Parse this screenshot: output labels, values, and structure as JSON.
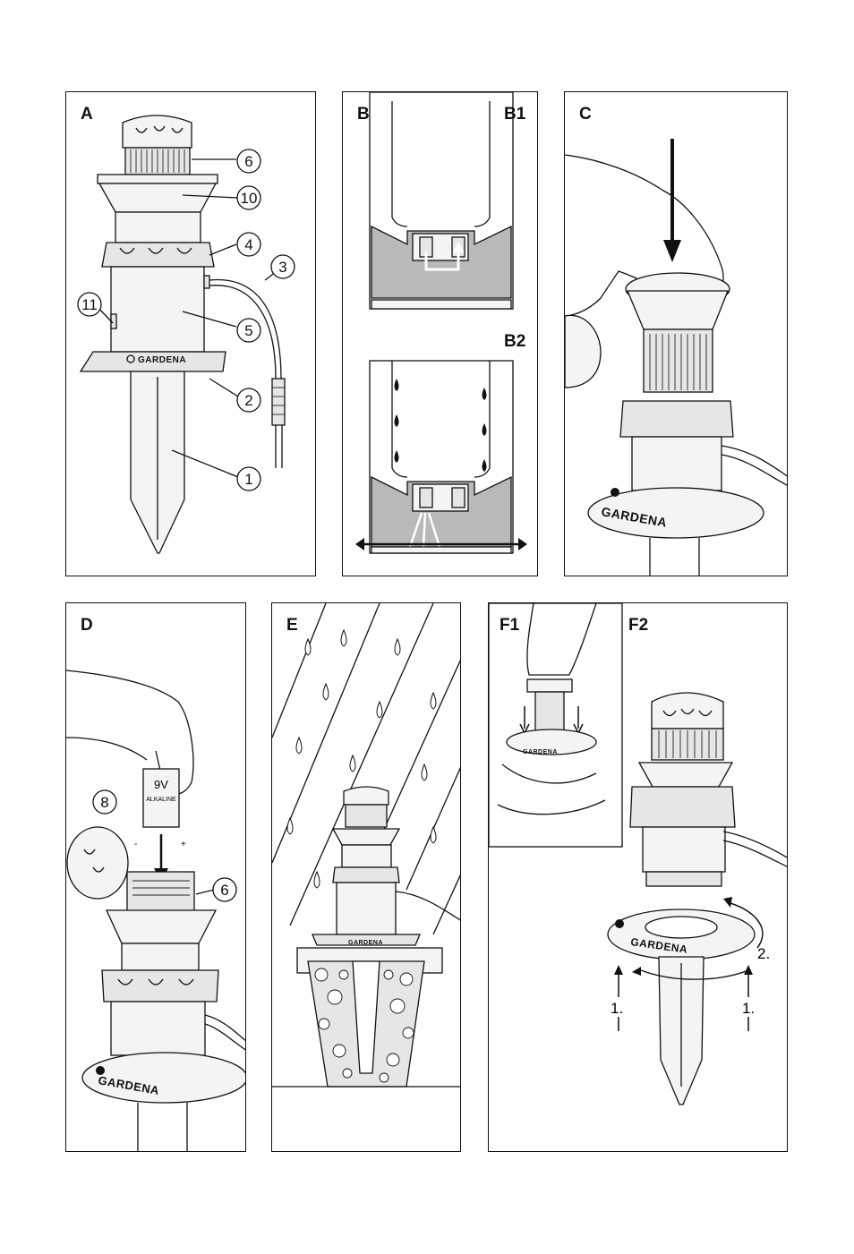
{
  "panels": {
    "a": {
      "label": "A",
      "callouts": [
        "6",
        "10",
        "4",
        "3",
        "11",
        "5",
        "2",
        "1"
      ]
    },
    "b": {
      "label": "B",
      "b1": "B1",
      "b2": "B2"
    },
    "c": {
      "label": "C"
    },
    "d": {
      "label": "D",
      "callouts": [
        "8",
        "6"
      ],
      "battery_voltage": "9V",
      "battery_type": "ALKALINE",
      "minus": "-",
      "plus": "+"
    },
    "e": {
      "label": "E"
    },
    "f": {
      "f1": "F1",
      "f2": "F2",
      "step1": "1.",
      "step2": "2."
    }
  },
  "brand": "GARDENA",
  "colors": {
    "line": "#111111",
    "shade": "#b9b9b9",
    "light": "#e6e6e6"
  },
  "icons": [
    "hand-icon",
    "arrow-down-icon",
    "water-drop-icon",
    "rotate-arrow-icon",
    "gardena-logo-icon"
  ]
}
